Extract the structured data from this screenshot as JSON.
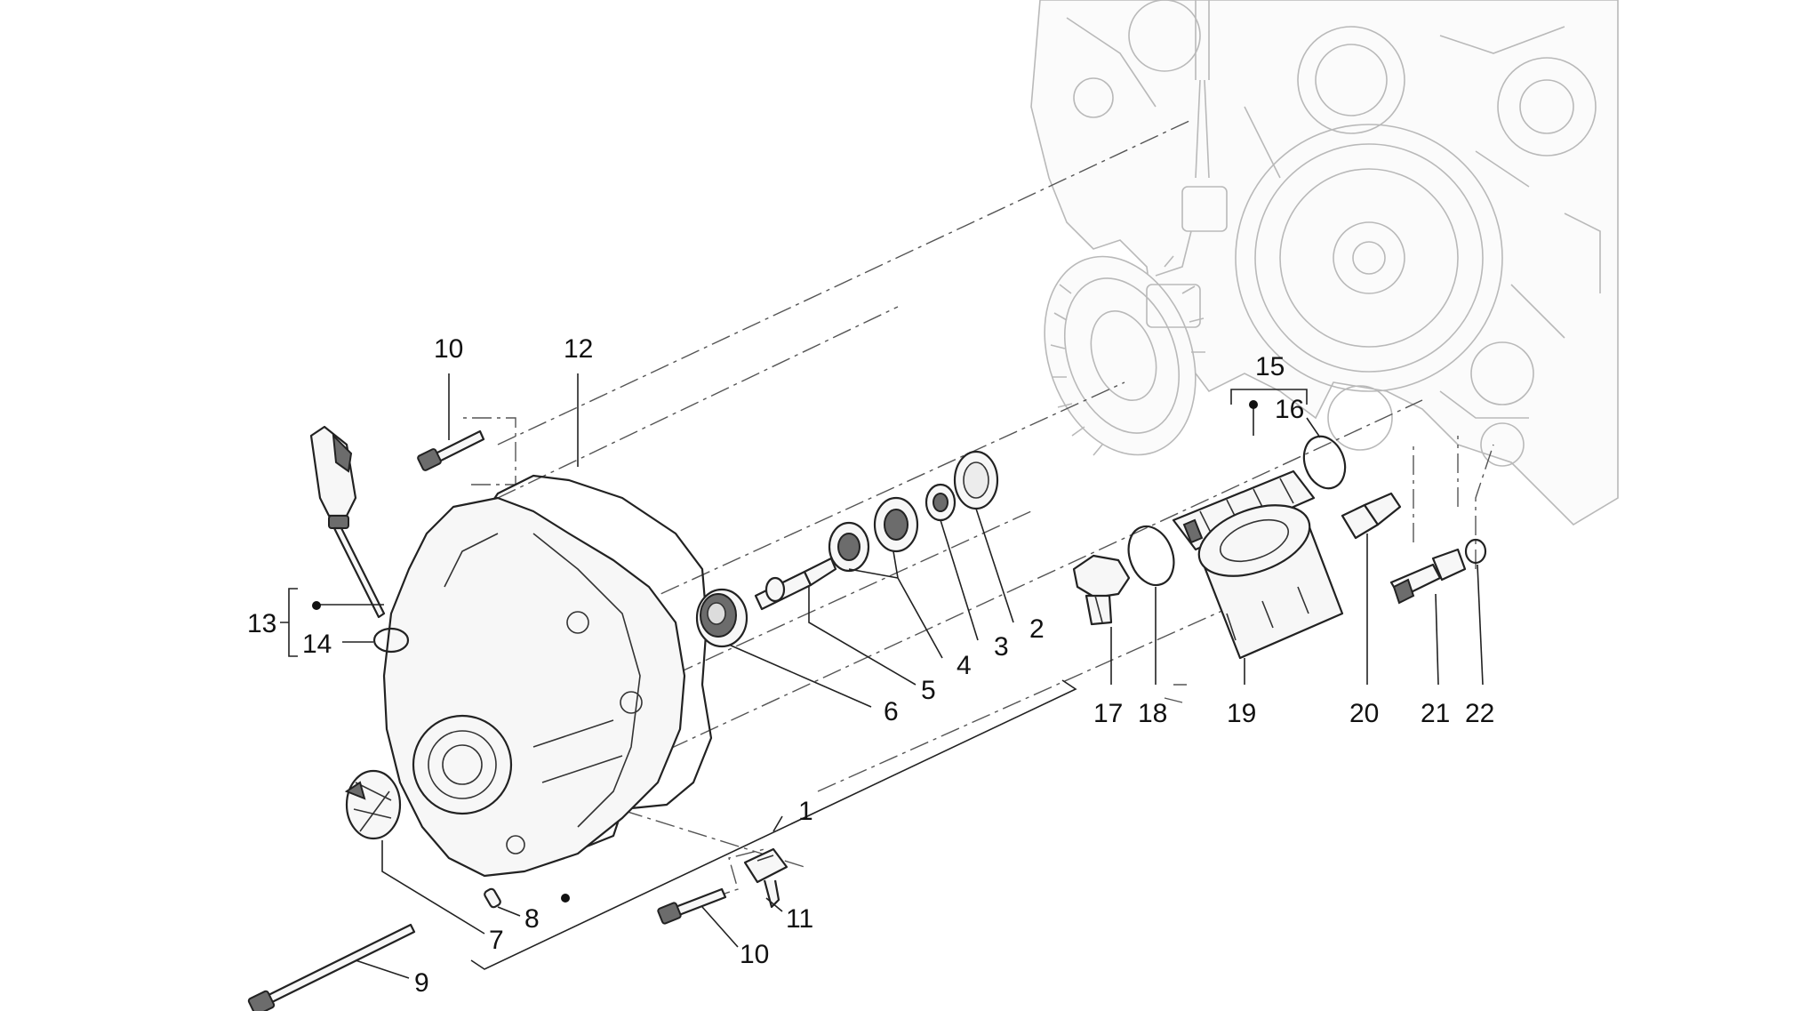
{
  "callouts": [
    {
      "id": "c1",
      "text": "1"
    },
    {
      "id": "c2",
      "text": "2"
    },
    {
      "id": "c3",
      "text": "3"
    },
    {
      "id": "c4",
      "text": "4"
    },
    {
      "id": "c5",
      "text": "5"
    },
    {
      "id": "c6",
      "text": "6"
    },
    {
      "id": "c7",
      "text": "7"
    },
    {
      "id": "c8",
      "text": "8"
    },
    {
      "id": "c9",
      "text": "9"
    },
    {
      "id": "c10a",
      "text": "10"
    },
    {
      "id": "c10b",
      "text": "10"
    },
    {
      "id": "c11",
      "text": "11"
    },
    {
      "id": "c12",
      "text": "12"
    },
    {
      "id": "c13",
      "text": "13"
    },
    {
      "id": "c14",
      "text": "14"
    },
    {
      "id": "c15",
      "text": "15"
    },
    {
      "id": "c16",
      "text": "16"
    },
    {
      "id": "c17",
      "text": "17"
    },
    {
      "id": "c18",
      "text": "18"
    },
    {
      "id": "c19",
      "text": "19"
    },
    {
      "id": "c20",
      "text": "20"
    },
    {
      "id": "c21",
      "text": "21"
    },
    {
      "id": "c22",
      "text": "22"
    }
  ]
}
